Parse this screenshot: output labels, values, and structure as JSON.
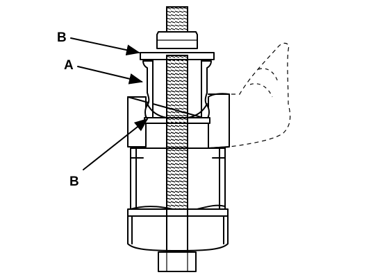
{
  "labels": {
    "b_top": "B",
    "a": "A",
    "b_bottom": "B"
  },
  "colors": {
    "line": "#000000",
    "background": "#ffffff"
  }
}
